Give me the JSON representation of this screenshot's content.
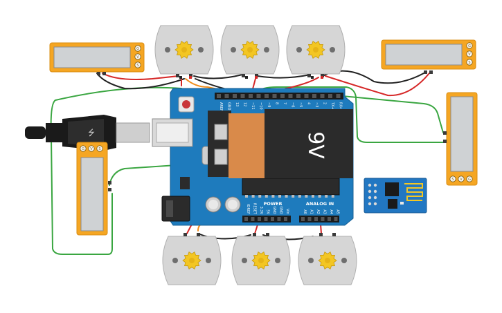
{
  "battery": {
    "label": "9V"
  },
  "arduino": {
    "header_top": [
      "AREF",
      "GND",
      "13",
      "12",
      "~11",
      "~10",
      "~9",
      "8",
      "7",
      "~6",
      "~5",
      "4",
      "~3",
      "2",
      "TX→1",
      "RX←0"
    ],
    "header_bottom_power": [
      "IOREF",
      "RESET",
      "3.3V",
      "5V",
      "GND",
      "GND",
      "Vin"
    ],
    "header_bottom_analog": [
      "A0",
      "A1",
      "A2",
      "A3",
      "A4",
      "A5"
    ],
    "power_title": "POWER",
    "analog_title": "ANALOG IN"
  },
  "sensor": {
    "pin_labels": [
      "G",
      "V",
      "S"
    ]
  },
  "colors": {
    "board": "#1e7bbd",
    "battery_body": "#2b2b2b",
    "battery_band": "#d98a4a",
    "sensor_frame": "#f5a623",
    "motor_body": "#d6d6d6",
    "motor_hub": "#f3c623",
    "wire_red": "#d62828",
    "wire_black": "#222222",
    "wire_green": "#3aa641",
    "wire_orange": "#f08c1a",
    "esp_board": "#2277c2"
  }
}
